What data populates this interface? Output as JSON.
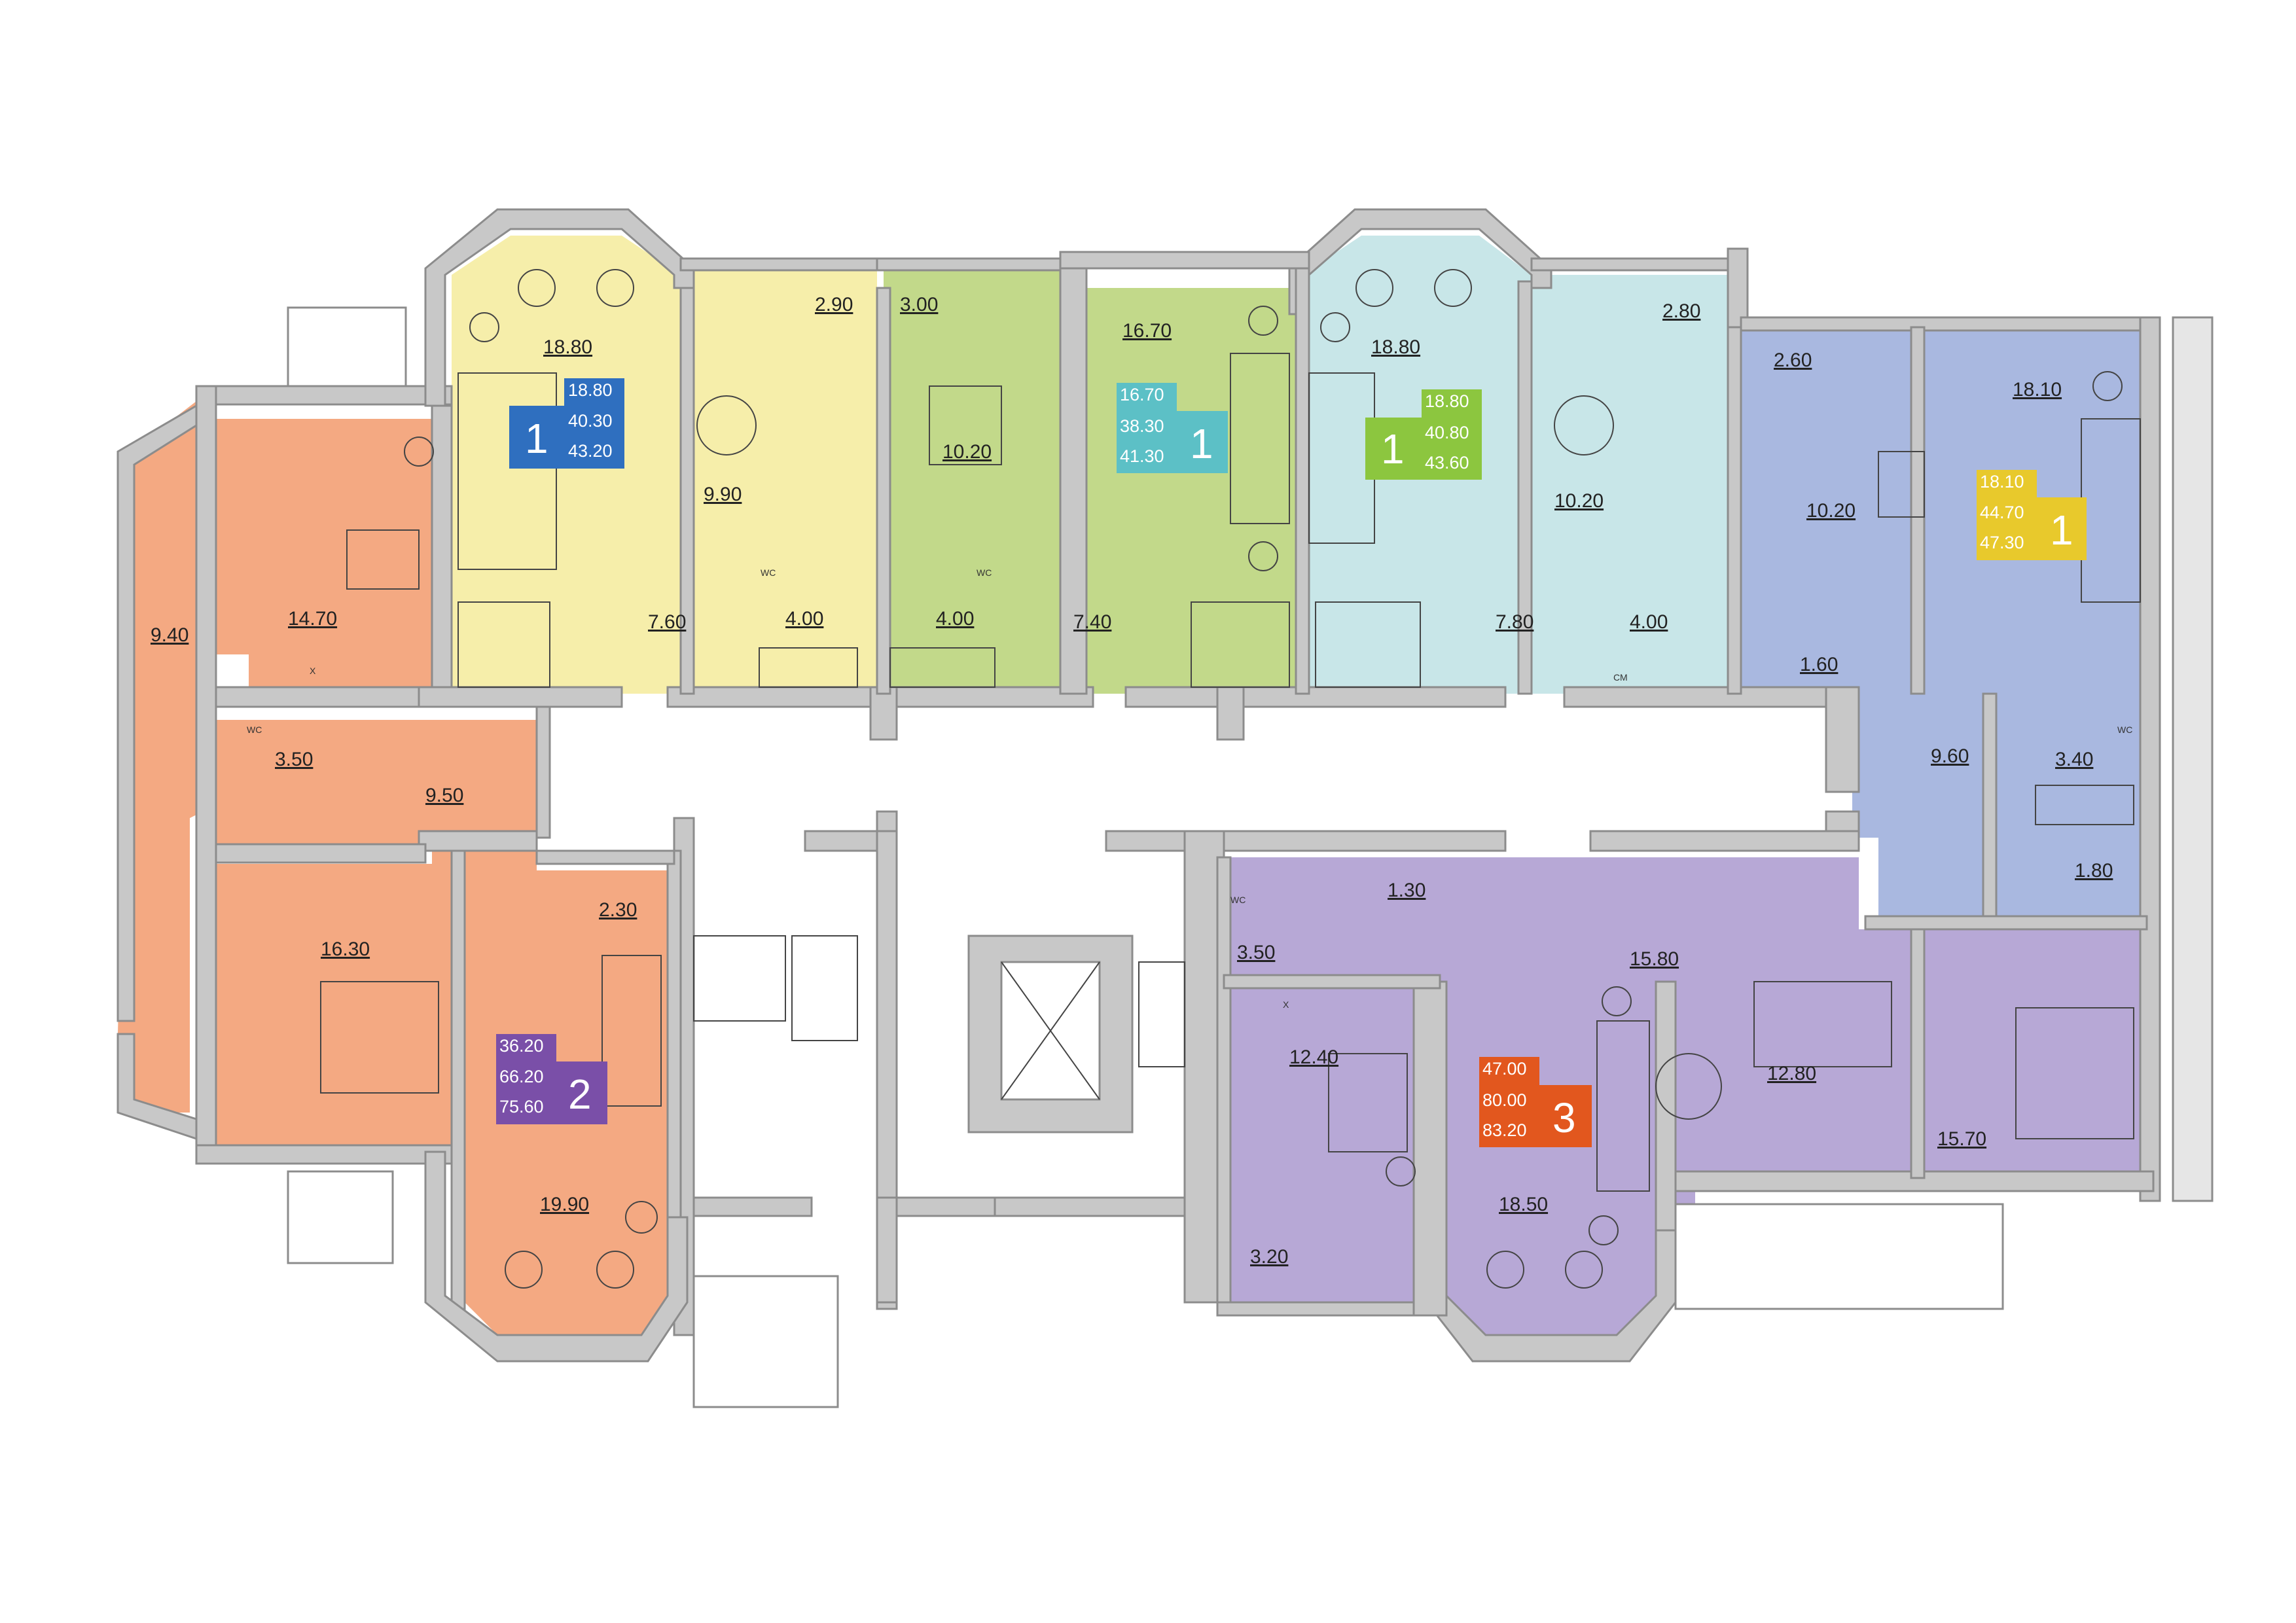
{
  "colors": {
    "wall": "#c8c8c8",
    "wall_stroke": "#8c8c8c",
    "orange": "#f4a982",
    "yellow": "#f6eeaa",
    "green": "#c2d98a",
    "cyan": "#c8e6e8",
    "blue": "#a9b8e0",
    "violet": "#b7a8d6",
    "badge_blue": "#2f6fbf",
    "badge_teal": "#5cc0c6",
    "badge_green": "#8cc63f",
    "badge_yellow": "#e8c92c",
    "badge_violet": "#7a4fa8",
    "badge_orange": "#e2571e"
  },
  "apartments": [
    {
      "id": "apt-left-orange",
      "rooms": "2",
      "total_living": "36.20",
      "total": "66.20",
      "total_with_balcony": "75.60"
    },
    {
      "id": "apt-yellow",
      "rooms": "1",
      "total_living": "18.80",
      "total": "40.30",
      "total_with_balcony": "43.20"
    },
    {
      "id": "apt-green",
      "rooms": "1",
      "total_living": "16.70",
      "total": "38.30",
      "total_with_balcony": "41.30"
    },
    {
      "id": "apt-cyan",
      "rooms": "1",
      "total_living": "18.80",
      "total": "40.80",
      "total_with_balcony": "43.60"
    },
    {
      "id": "apt-blue",
      "rooms": "1",
      "total_living": "18.10",
      "total": "44.70",
      "total_with_balcony": "47.30"
    },
    {
      "id": "apt-violet",
      "rooms": "3",
      "total_living": "47.00",
      "total": "80.00",
      "total_with_balcony": "83.20"
    }
  ],
  "room_areas": [
    "9.40",
    "14.70",
    "3.50",
    "9.50",
    "16.30",
    "2.30",
    "19.90",
    "18.80",
    "2.90",
    "9.90",
    "7.60",
    "4.00",
    "3.00",
    "10.20",
    "4.00",
    "7.40",
    "16.70",
    "18.80",
    "2.80",
    "10.20",
    "7.80",
    "4.00",
    "2.60",
    "18.10",
    "10.20",
    "1.60",
    "9.60",
    "3.40",
    "1.80",
    "1.30",
    "3.50",
    "15.80",
    "12.40",
    "18.50",
    "12.80",
    "15.70",
    "3.20"
  ],
  "fixture_labels": {
    "wc": "WC",
    "wm": "СМ",
    "x": "X"
  }
}
